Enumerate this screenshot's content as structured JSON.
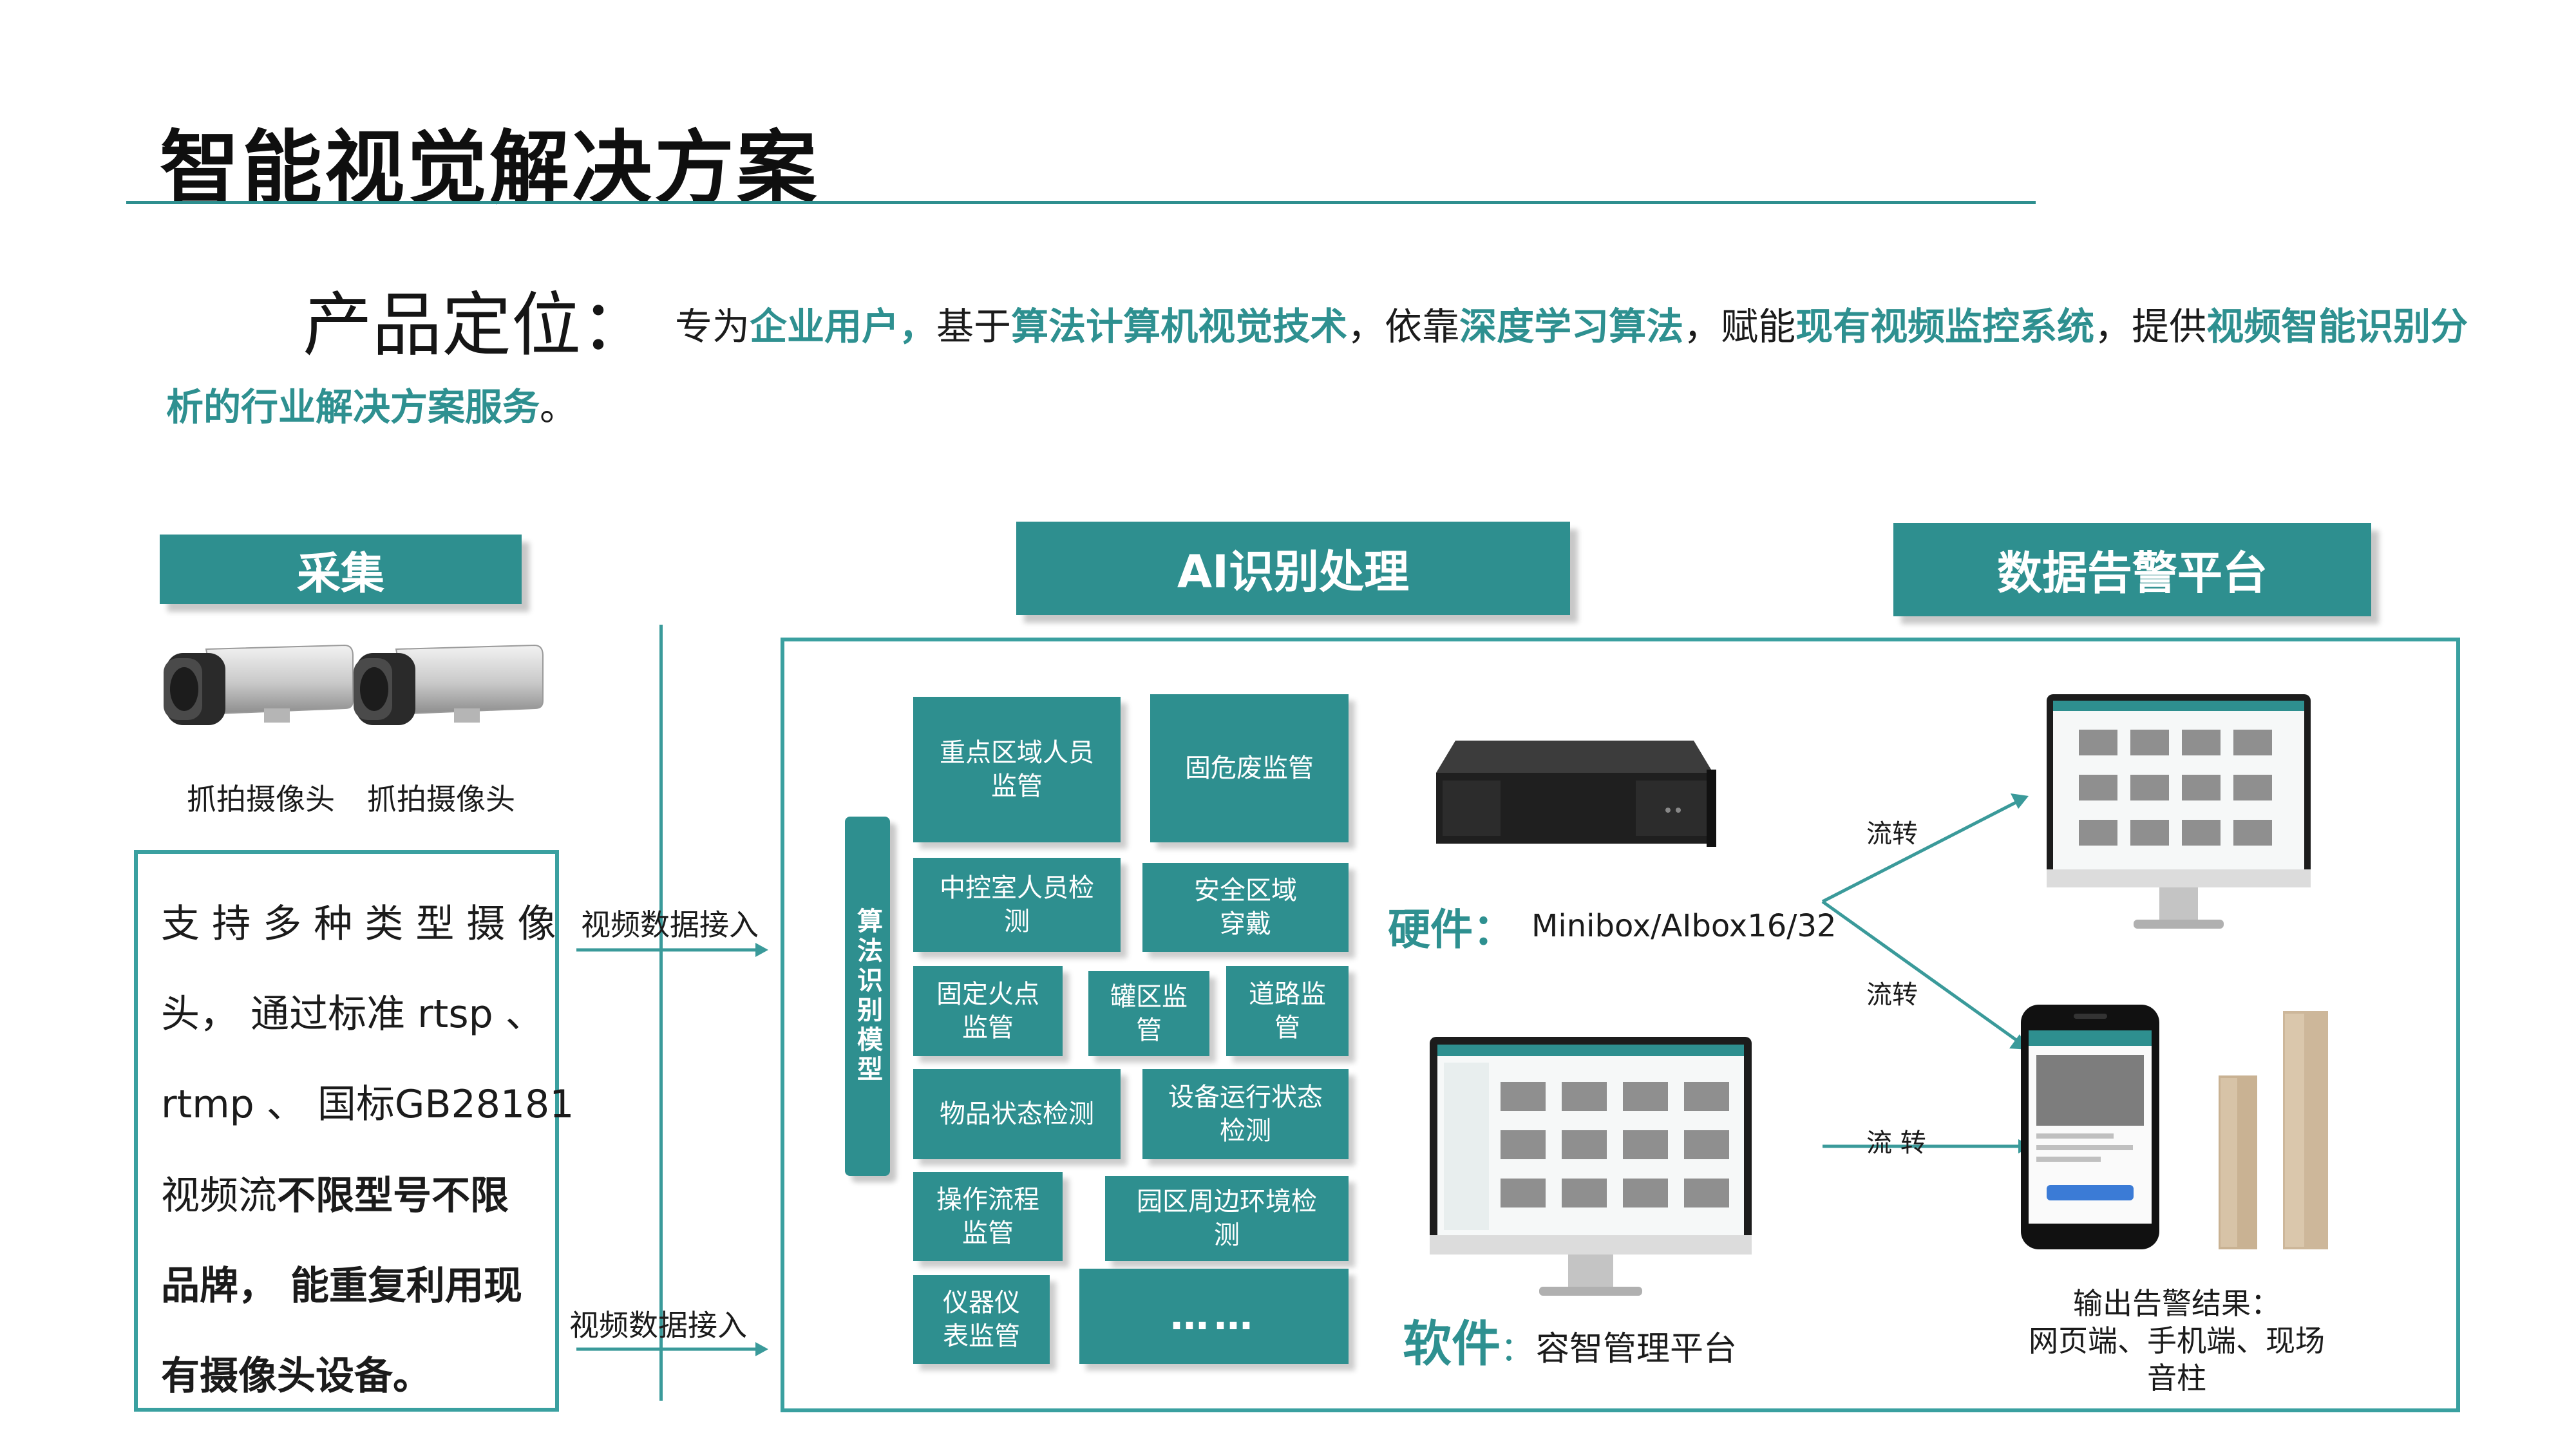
{
  "title": "智能视觉解决方案",
  "positioning": {
    "label": "产品定位：",
    "line1": [
      {
        "text": "专为",
        "hl": false
      },
      {
        "text": "企业用户",
        "hl": true
      },
      {
        "text": "，",
        "hl": true
      },
      {
        "text": "基于",
        "hl": false
      },
      {
        "text": "算法计算机视觉技术",
        "hl": true
      },
      {
        "text": "，依靠",
        "hl": false
      },
      {
        "text": "深度学习算法",
        "hl": true
      },
      {
        "text": "，赋能",
        "hl": false
      },
      {
        "text": "现有视频监控系统",
        "hl": true
      },
      {
        "text": "，提供",
        "hl": false
      },
      {
        "text": "视频智能识别分",
        "hl": true
      }
    ],
    "line2": [
      {
        "text": "析的行业解决方案服务",
        "hl": true
      },
      {
        "text": "。",
        "hl": false
      }
    ]
  },
  "collect": {
    "header": "采集",
    "camera1_label": "抓拍摄像头",
    "camera2_label": "抓拍摄像头",
    "description": [
      [
        {
          "text": "支 持 多 种 类 型 摄 像",
          "b": false
        }
      ],
      [
        {
          "text": "头， 通过标准 rtsp 、",
          "b": false
        }
      ],
      [
        {
          "text": "rtmp 、 国标GB28181",
          "b": false
        }
      ],
      [
        {
          "text": "视频流",
          "b": false
        },
        {
          "text": "不限型号不限",
          "b": true
        }
      ],
      [
        {
          "text": "品牌， 能重复利用现",
          "b": true
        }
      ],
      [
        {
          "text": "有摄像头设备。",
          "b": true
        }
      ]
    ]
  },
  "arrows": {
    "upper": "视频数据接入",
    "lower": "视频数据接入"
  },
  "ai": {
    "header": "AI识别处理",
    "model_label": "算法识别模型",
    "cells": [
      "重点区域人员\n监管",
      "固危废监管",
      "中控室人员检\n测",
      "安全区域\n穿戴",
      "固定火点\n监管",
      "罐区监\n管",
      "道路监\n管",
      "物品状态检测",
      "设备运行状态\n检测",
      "操作流程\n监管",
      "园区周边环境检\n测",
      "仪器仪\n表监管",
      "……"
    ]
  },
  "hardware": {
    "label": "硬件：",
    "model": "Minibox/AIbox16/32"
  },
  "software": {
    "label": "软件",
    "colon": "：",
    "name": "容智管理平台"
  },
  "platform": {
    "header": "数据告警平台",
    "flow1": "流转",
    "flow2": "流转",
    "flow3": "流 转",
    "output_line1": "输出告警结果：",
    "output_line2": "网页端、手机端、现场音柱"
  },
  "colors": {
    "accent": "#2e8f8f",
    "highlight_text": "#2e9090"
  }
}
